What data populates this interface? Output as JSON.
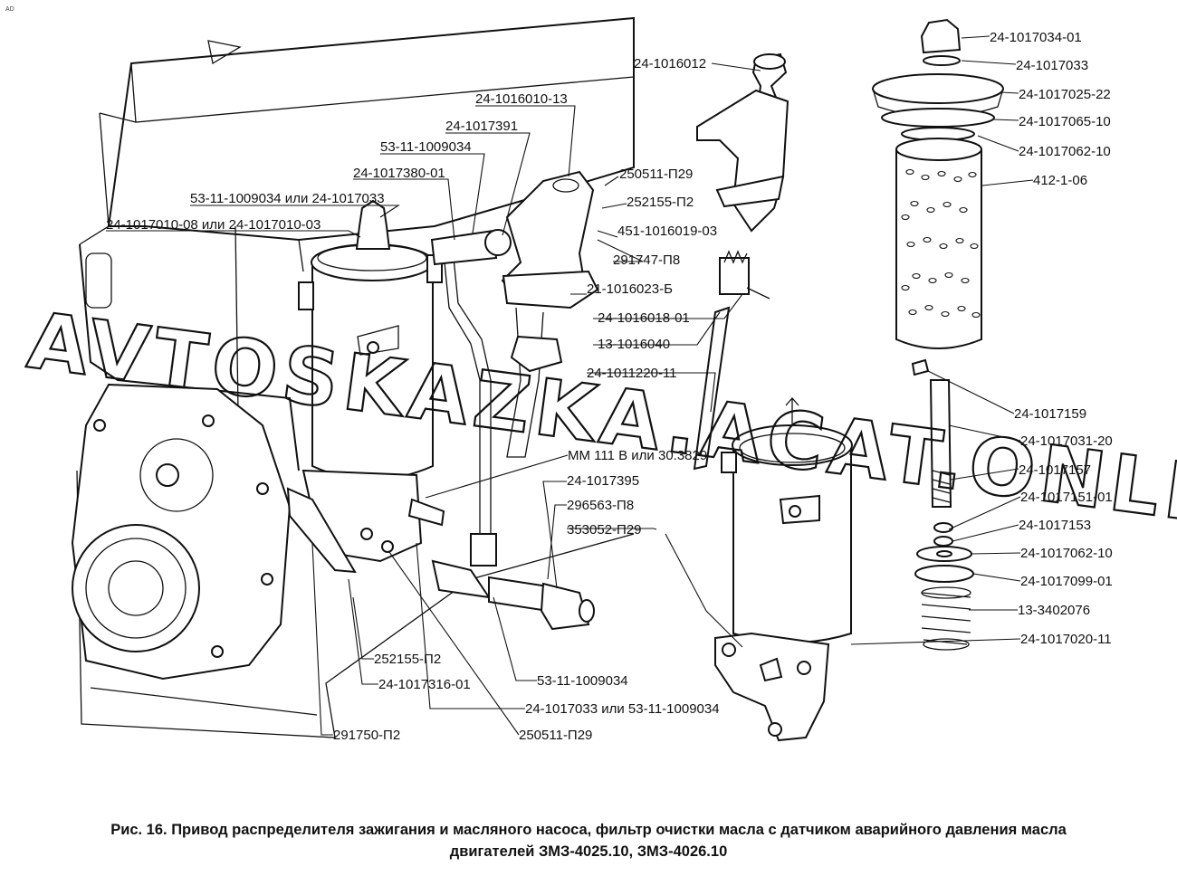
{
  "corner_mark": "AD",
  "watermark": "AVTOSKAZKA.ACAT.ONLINE",
  "caption": {
    "line1": "Рис. 16. Привод распределителя зажигания и масляного насоса, фильтр очистки масла с датчиком аварийного давления масла",
    "line2": "двигателей ЗМЗ-4025.10, ЗМЗ-4026.10"
  },
  "labels": {
    "l_1016012": "24-1016012",
    "l_1016010_13": "24-1016010-13",
    "l_1017391": "24-1017391",
    "l_53_1009034_a": "53-11-1009034",
    "l_1017380_01": "24-1017380-01",
    "l_53_or_24": "53-11-1009034 или 24-1017033",
    "l_1017010": "24-1017010-08 или 24-1017010-03",
    "l_250511_p29_a": "250511-П29",
    "l_252155_p2_a": "252155-П2",
    "l_451": "451-1016019-03",
    "l_291747": "291747-П8",
    "l_21_1016023": "21-1016023-Б",
    "l_1016018_01": "24-1016018-01",
    "l_13_1016040": "13-1016040",
    "l_1011220_11": "24-1011220-11",
    "l_mm111": "ММ 111 В или 30.3829",
    "l_1017395": "24-1017395",
    "l_296563": "296563-П8",
    "l_353052": "353052-П29",
    "l_252155_p2_b": "252155-П2",
    "l_1017316_01": "24-1017316-01",
    "l_291750": "291750-П2",
    "l_53_1009034_b": "53-11-1009034",
    "l_24_or_53": "24-1017033 или 53-11-1009034",
    "l_250511_p29_b": "250511-П29",
    "r_1017034_01": "24-1017034-01",
    "r_1017033": "24-1017033",
    "r_1017025_22": "24-1017025-22",
    "r_1017065_10": "24-1017065-10",
    "r_1017062_10_a": "24-1017062-10",
    "r_412": "412-1-06",
    "r_1017159": "24-1017159",
    "r_1017031_20": "24-1017031-20",
    "r_1017157": "24-1017157",
    "r_1017151_01": "24-1017151-01",
    "r_1017153": "24-1017153",
    "r_1017062_10_b": "24-1017062-10",
    "r_1017099_01": "24-1017099-01",
    "r_13_3402076": "13-3402076",
    "r_1017020_11": "24-1017020-11"
  }
}
